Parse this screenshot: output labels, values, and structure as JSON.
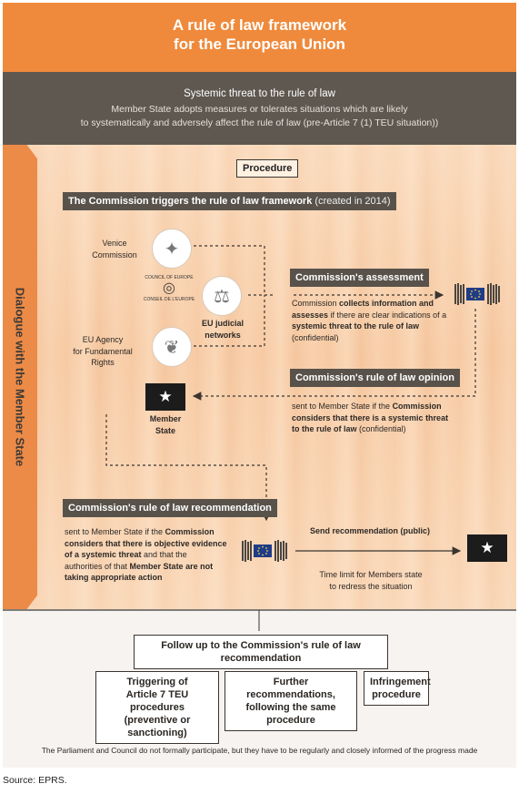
{
  "header": {
    "title_line1": "A rule of law framework",
    "title_line2": "for the European Union"
  },
  "threat": {
    "title": "Systemic threat to the rule of law",
    "line1": "Member State adopts measures or tolerates situations which are likely",
    "line2": "to systematically and adversely affect the rule of law (pre-Article 7 (1) TEU situation))"
  },
  "sidebar": {
    "label": "Dialogue with the Member State"
  },
  "procedure": {
    "label": "Procedure"
  },
  "trigger": {
    "label": "The Commission triggers the rule of law framework",
    "note": "(created in 2014)"
  },
  "actors": {
    "venice": {
      "line1": "Venice",
      "line2": "Commission"
    },
    "coe_top": "COUNCIL OF EUROPE",
    "coe_bottom": "CONSEIL DE L'EUROPE",
    "judicial": {
      "line1": "EU judicial",
      "line2": "networks"
    },
    "fra": {
      "line1": "EU Agency",
      "line2": "for Fundamental Rights"
    }
  },
  "assessment": {
    "label": "Commission's assessment",
    "l1a": "Commission ",
    "l1b": "collects information and",
    "l2a": "assesses",
    "l2b": " if there are clear indications of a",
    "l3": "systemic threat to the rule of law",
    "l4": "(confidential)"
  },
  "opinion": {
    "label": "Commission's rule of law opinion",
    "l1a": "sent to Member State if the ",
    "l1b": "Commission",
    "l2": "considers that there is a systemic threat",
    "l3a": "to the rule of law",
    "l3b": " (confidential)"
  },
  "member_state": {
    "line1": "Member",
    "line2": "State"
  },
  "recommendation": {
    "label": "Commission's rule of law recommendation",
    "l1a": "sent to Member State if the ",
    "l1b": "Commission",
    "l2": "considers that there is objective evidence",
    "l3a": "of a systemic threat",
    "l3b": " and that the",
    "l4a": "authorities of that ",
    "l4b": "Member State are not",
    "l5": "taking appropriate action"
  },
  "send": {
    "label": "Send recommendation (public)"
  },
  "time_limit": {
    "line1": "Time limit for Members state",
    "line2": "to redress the situation"
  },
  "follow_up": {
    "label": "Follow up to the Commission's rule of law recommendation"
  },
  "outcomes": [
    {
      "line1": "Triggering of",
      "line2": "Article 7 TEU procedures",
      "line3": "(preventive or sanctioning)"
    },
    {
      "line1": "Further recommendations,",
      "line2": "following the same procedure"
    },
    {
      "line1": "Infringement",
      "line2": "procedure"
    }
  ],
  "footnote": "The Parliament and Council do not formally participate, but they have to be regularly and closely informed of the progress made",
  "source": "Source: EPRS.",
  "icons": {
    "star": "★",
    "venice_logo": "venice-commission-logo",
    "coe_logo": "council-of-europe-logo",
    "judicial_logo": "eu-judicial-networks-logo",
    "fra_logo": "fra-logo",
    "commission_logo": "european-commission-logo"
  },
  "colors": {
    "orange": "#ef8a3c",
    "dark": "#5f5850",
    "label_bg": "#58524b"
  }
}
